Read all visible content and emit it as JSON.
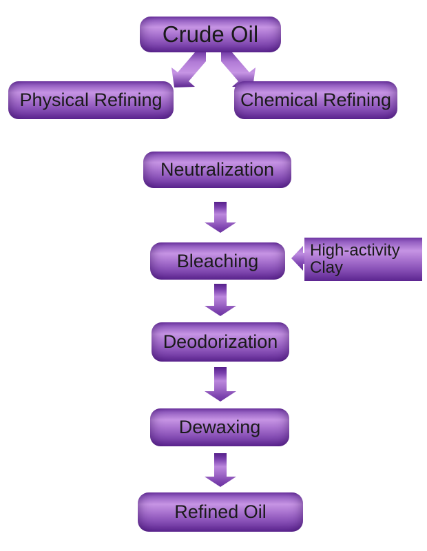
{
  "diagram": {
    "type": "flowchart",
    "background_color": "#ffffff",
    "text_color": "#1a1a1a",
    "node_gradient": {
      "top": "#6e35a2",
      "highlight": "#c694e4",
      "bottom": "#5c2590"
    },
    "arrow_gradient": {
      "dark": "#55208a",
      "light": "#bb87dd"
    },
    "nodes": [
      {
        "id": "crude-oil",
        "label": "Crude Oil"
      },
      {
        "id": "physical-refining",
        "label": "Physical Refining"
      },
      {
        "id": "chemical-refining",
        "label": "Chemical Refining"
      },
      {
        "id": "neutralization",
        "label": "Neutralization"
      },
      {
        "id": "bleaching",
        "label": "Bleaching"
      },
      {
        "id": "high-activity-clay",
        "label": "High-activity Clay",
        "line1": "High-activity",
        "line2": "Clay"
      },
      {
        "id": "deodorization",
        "label": "Deodorization"
      },
      {
        "id": "dewaxing",
        "label": "Dewaxing"
      },
      {
        "id": "refined-oil",
        "label": "Refined Oil"
      }
    ],
    "edges": [
      {
        "from": "crude-oil",
        "to": "physical-refining"
      },
      {
        "from": "crude-oil",
        "to": "chemical-refining"
      },
      {
        "from": "neutralization",
        "to": "bleaching"
      },
      {
        "from": "high-activity-clay",
        "to": "bleaching"
      },
      {
        "from": "bleaching",
        "to": "deodorization"
      },
      {
        "from": "deodorization",
        "to": "dewaxing"
      },
      {
        "from": "dewaxing",
        "to": "refined-oil"
      }
    ]
  }
}
